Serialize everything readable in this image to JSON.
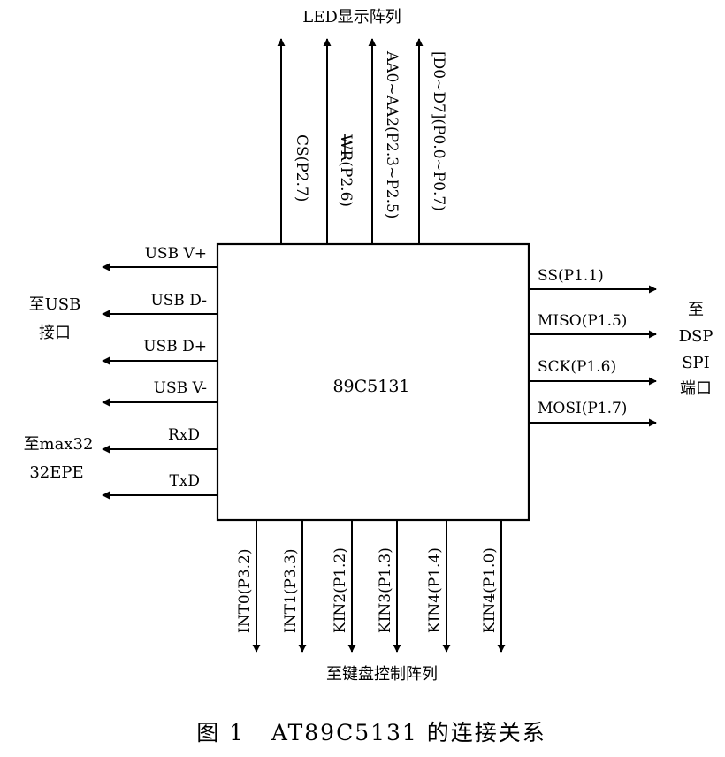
{
  "chip": {
    "label": "89C5131"
  },
  "top": {
    "group_label": "LED显示阵列",
    "pins": [
      "CS(P2.7)",
      "WR(P2.6)",
      "AA0~AA2(P2.3~P2.5)",
      "[D0~D7](P0.0~P0.7)"
    ]
  },
  "left": {
    "usb_group": [
      "至USB",
      "接口"
    ],
    "usb_pins": [
      "USB V+",
      "USB D-",
      "USB D+",
      "USB V-"
    ],
    "serial_group": [
      "至max32",
      "32EPE"
    ],
    "serial_pins": [
      "RxD",
      "TxD"
    ]
  },
  "right": {
    "group": [
      "至",
      "DSP",
      "SPI",
      "端口"
    ],
    "pins": [
      "SS(P1.1)",
      "MISO(P1.5)",
      "SCK(P1.6)",
      "MOSI(P1.7)"
    ]
  },
  "bottom": {
    "group_label": "至键盘控制阵列",
    "pins": [
      "INT0(P3.2)",
      "INT1(P3.3)",
      "KIN2(P1.2)",
      "KIN3(P1.3)",
      "KIN4(P1.4)",
      "KIN4(P1.0)"
    ]
  },
  "caption": "图 1   AT89C5131 的连接关系"
}
